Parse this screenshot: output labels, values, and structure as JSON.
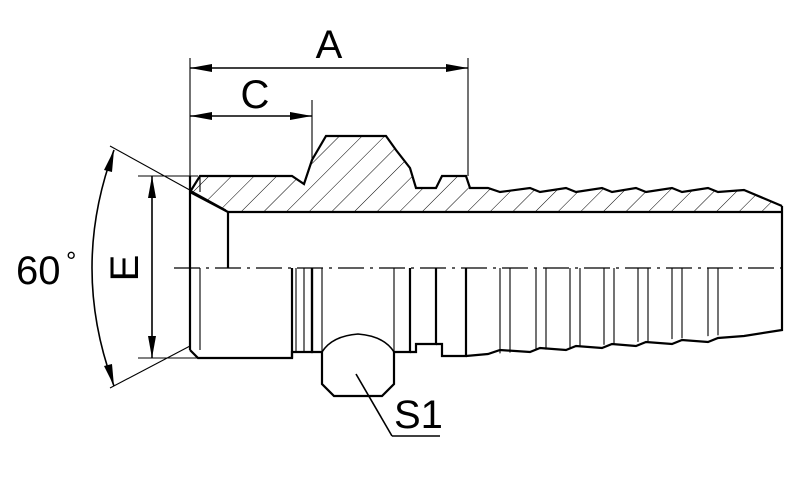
{
  "drawing": {
    "dimension_labels": {
      "overall_length": "A",
      "thread_length": "C",
      "thread_diameter": "E",
      "seat_angle": "60",
      "degree_mark": "°",
      "hex_size": "S1"
    },
    "colors": {
      "line": "#000000",
      "background": "#ffffff"
    }
  }
}
